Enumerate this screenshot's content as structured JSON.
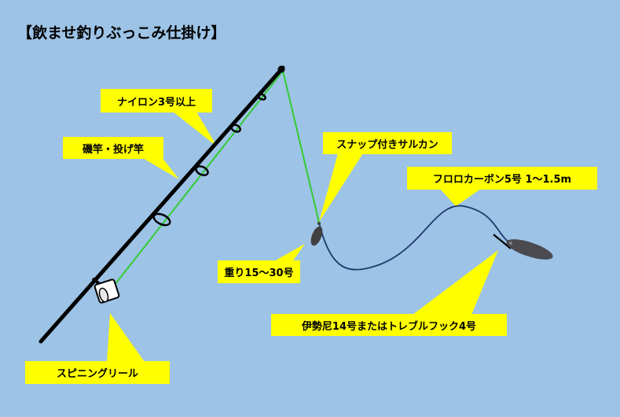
{
  "title": "【飲ませ釣りぶっこみ仕掛け】",
  "labels": {
    "nylon": "ナイロン3号以上",
    "rod": "磯竿・投げ竿",
    "snap": "スナップ付きサルカン",
    "fluoro": "フロロカーボン5号 1～1.5m",
    "weight": "重り15～30号",
    "hook": "伊勢尼14号またはトレブルフック4号",
    "reel": "スピニングリール"
  },
  "colors": {
    "background": "#9DC3E6",
    "callout": "#FFFF00",
    "main_line": "#33CC33",
    "leader": "#1F3A6B",
    "rod": "#000000",
    "weight": "#404040",
    "bait_fish": "#4A4A50"
  }
}
